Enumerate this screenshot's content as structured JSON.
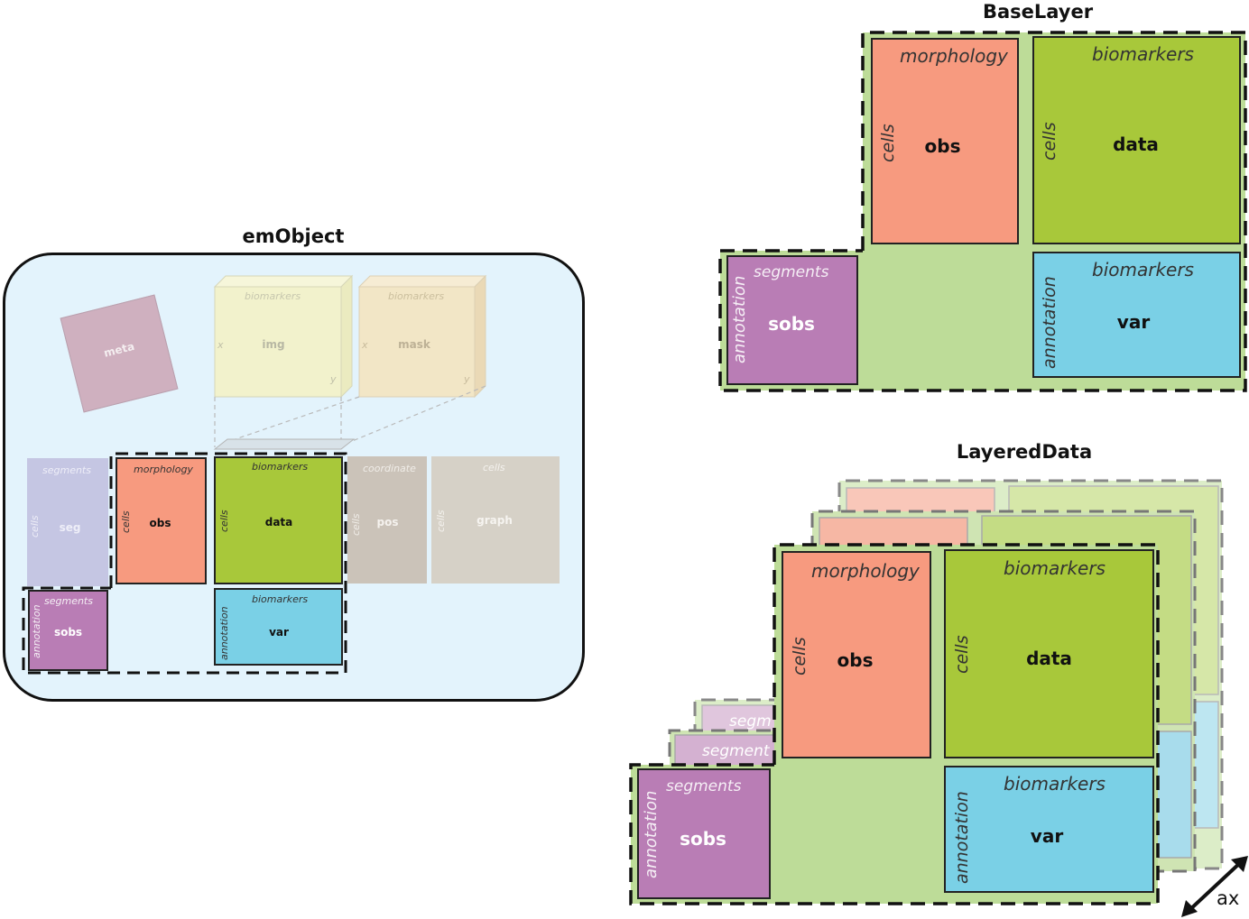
{
  "emobject": {
    "title": "emObject",
    "meta": "meta",
    "img": {
      "label": "img",
      "top": "biomarkers",
      "left": "x",
      "right": "y"
    },
    "mask": {
      "label": "mask",
      "top": "biomarkers",
      "left": "x",
      "right": "y"
    },
    "seg": {
      "label": "seg",
      "top": "segments",
      "side": "cells"
    },
    "obs": {
      "label": "obs",
      "top": "morphology",
      "side": "cells"
    },
    "data": {
      "label": "data",
      "top": "biomarkers",
      "side": "cells"
    },
    "pos": {
      "label": "pos",
      "top": "coordinate",
      "side": "cells"
    },
    "graph": {
      "label": "graph",
      "top": "cells",
      "side": "cells"
    },
    "sobs": {
      "label": "sobs",
      "top": "segments",
      "side": "annotation"
    },
    "var": {
      "label": "var",
      "top": "biomarkers",
      "side": "annotation"
    }
  },
  "baselayer": {
    "title": "BaseLayer",
    "obs": {
      "label": "obs",
      "top": "morphology",
      "side": "cells"
    },
    "data": {
      "label": "data",
      "top": "biomarkers",
      "side": "cells"
    },
    "sobs": {
      "label": "sobs",
      "top": "segments",
      "side": "annotation"
    },
    "var": {
      "label": "var",
      "top": "biomarkers",
      "side": "annotation"
    }
  },
  "layereddata": {
    "title": "LayeredData",
    "obs": {
      "label": "obs",
      "top": "morphology",
      "side": "cells"
    },
    "data": {
      "label": "data",
      "top": "biomarkers",
      "side": "cells"
    },
    "sobs": {
      "label": "sobs",
      "top": "segments",
      "side": "annotation"
    },
    "var": {
      "label": "var",
      "top": "biomarkers",
      "side": "annotation"
    },
    "back_labels": [
      "segm",
      "segment"
    ],
    "axis": "ax"
  },
  "colors": {
    "obs": "#f79a7f",
    "data": "#a8c83a",
    "var": "#7ad0e6",
    "sobs": "#b97db5",
    "layer_bg": "#bddc98",
    "em_bg": "#e3f3fc"
  }
}
